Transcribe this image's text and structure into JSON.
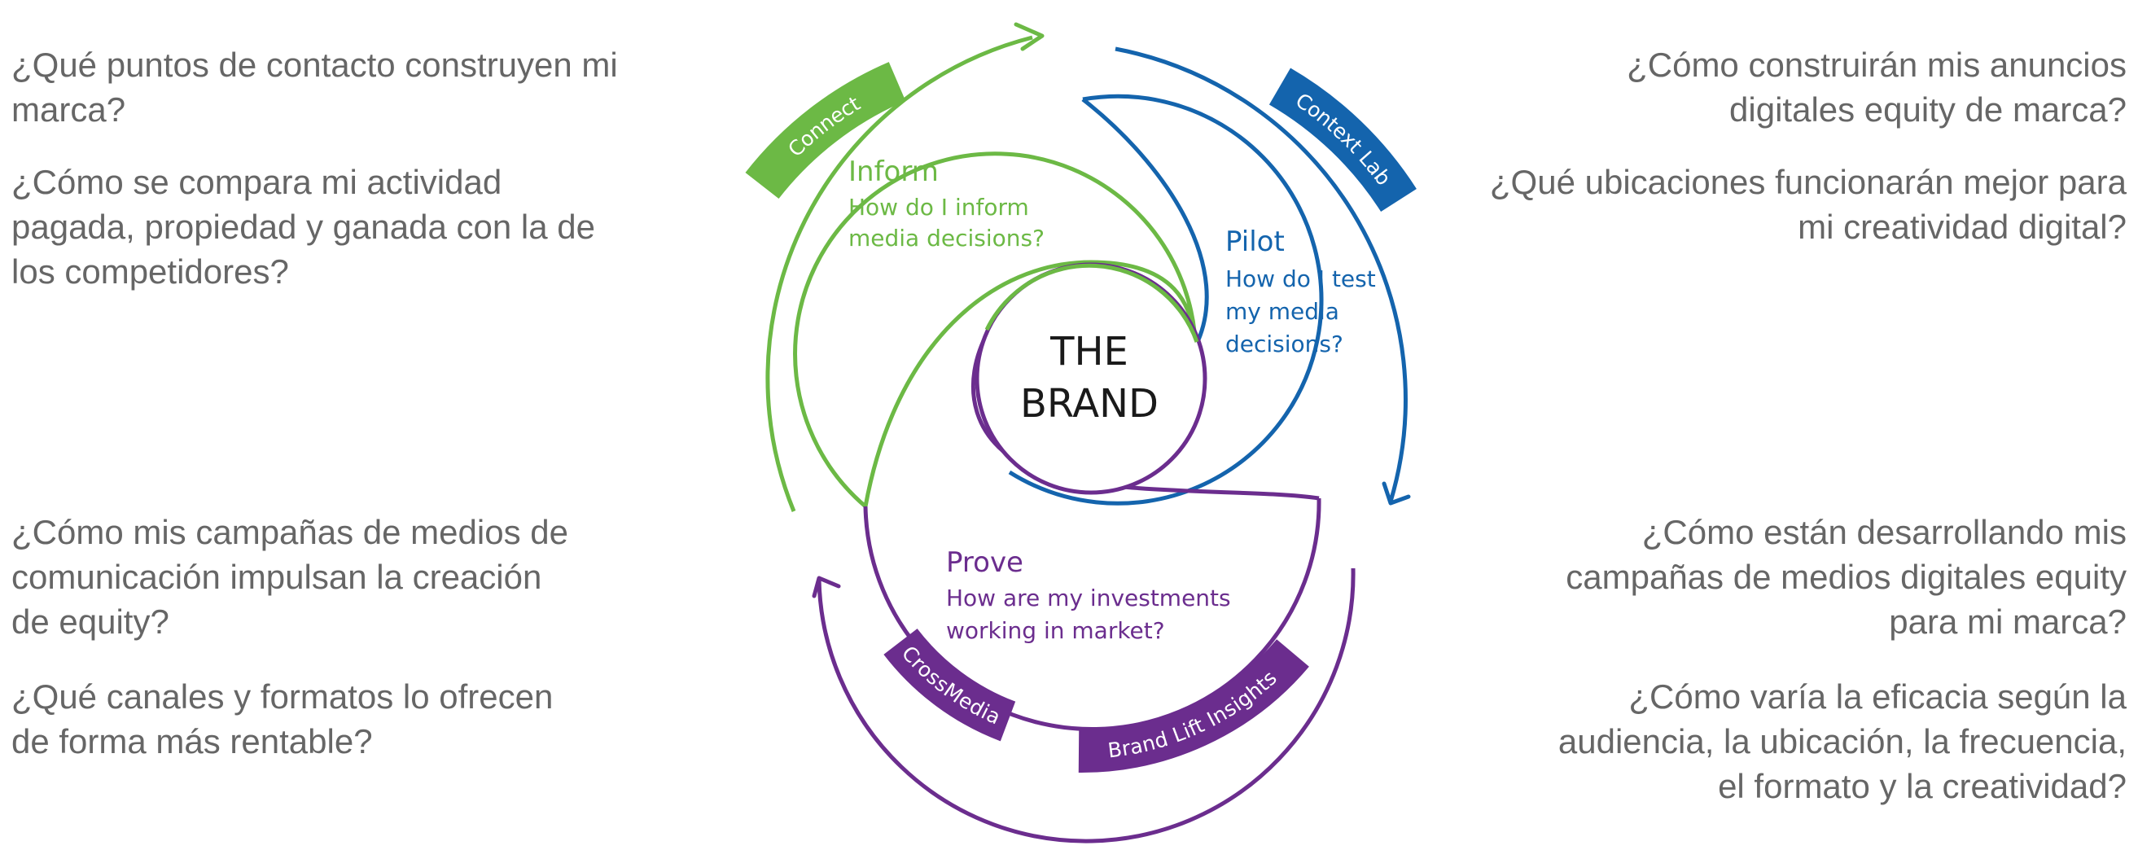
{
  "questions": {
    "top_left_1": "¿Qué puntos de contacto construyen mi marca?",
    "top_left_2": "¿Cómo se compara mi actividad pagada, propiedad y ganada con la de los competidores?",
    "bottom_left_1": "¿Cómo mis campañas de medios de comunicación impulsan la creación de equity?",
    "bottom_left_2": "¿Qué canales y formatos lo ofrecen de forma más rentable?",
    "top_right_1": "¿Cómo construirán mis anuncios digitales equity de marca?",
    "top_right_2": "¿Qué ubicaciones funcionarán mejor para mi creatividad digital?",
    "bottom_right_1": "¿Cómo están desarrollando mis campañas de medios digitales equity para mi marca?",
    "bottom_right_2": "¿Cómo varía la eficacia según la audiencia, la ubicación, la frecuencia, el formato y la creatividad?"
  },
  "diagram": {
    "center_line1": "THE",
    "center_line2": "BRAND",
    "inform": {
      "title": "Inform",
      "line1": "How do I inform",
      "line2": "media decisions?"
    },
    "pilot": {
      "title": "Pilot",
      "line1": "How do I test",
      "line2": "my media",
      "line3": "decisions?"
    },
    "prove": {
      "title": "Prove",
      "line1": "How are my investments",
      "line2": "working in market?"
    },
    "tabs": {
      "connect": "Connect",
      "context_lab": "Context Lab",
      "crossmedia": "CrossMedia",
      "brand_lift": "Brand Lift Insights"
    }
  },
  "colors": {
    "green": "#6cb945",
    "blue": "#1464ad",
    "purple": "#6b2d8e",
    "question_text": "#666666",
    "brand_text": "#1a1a1a"
  }
}
